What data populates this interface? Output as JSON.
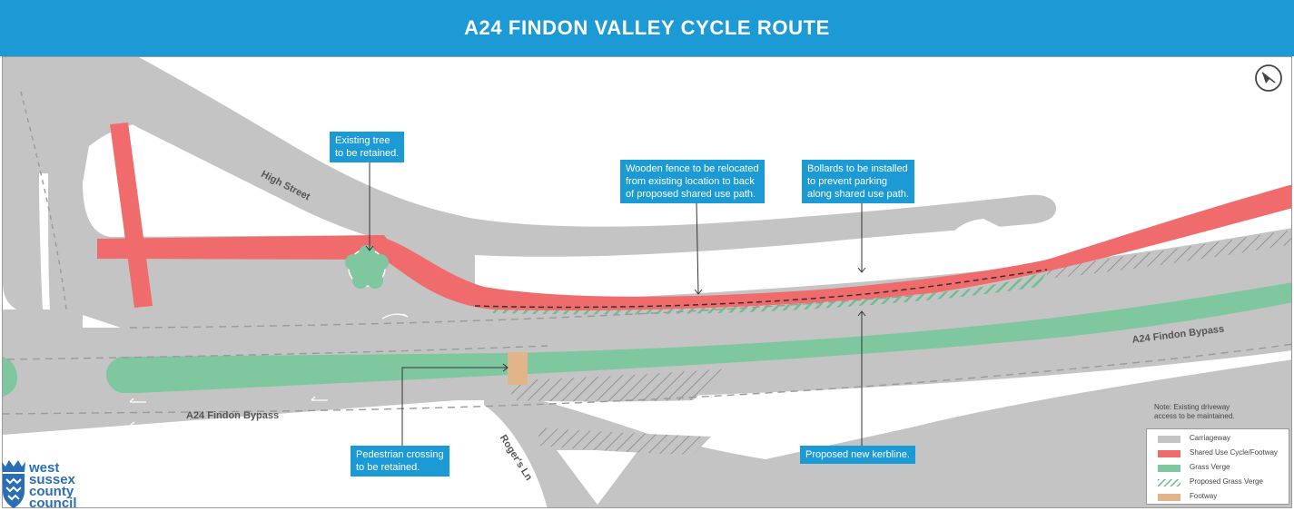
{
  "title": "A24 FINDON VALLEY CYCLE ROUTE",
  "colors": {
    "header": "#1c9ad6",
    "carriageway": "#c4c4c4",
    "shared_use_cycle_footway": "#f06b6b",
    "grass_verge": "#7fc79f",
    "proposed_grass_verge": "#6fbf8e",
    "footway": "#e2b48a",
    "callout": "#1c9ad6"
  },
  "road_labels": {
    "high_street": "High Street",
    "a24_north": "A24 Findon Bypass",
    "a24_south": "A24 Findon Bypass",
    "rogers_ln": "Roger's Ln"
  },
  "callouts": {
    "tree": [
      "Existing tree",
      "to be retained."
    ],
    "fence": [
      "Wooden fence to be relocated",
      "from existing location to back",
      "of proposed shared use path."
    ],
    "bollards": [
      "Bollards to be installed",
      "to prevent parking",
      "along shared use path."
    ],
    "crossing": [
      "Pedestrian crossing",
      "to be retained."
    ],
    "kerbline": [
      "Proposed new kerbline."
    ]
  },
  "note": [
    "Note: Existing driveway",
    "access to be maintained."
  ],
  "legend": [
    {
      "label": "Carriageway",
      "color": "#c4c4c4",
      "pattern": "solid"
    },
    {
      "label": "Shared Use Cycle/Footway",
      "color": "#f06b6b",
      "pattern": "solid"
    },
    {
      "label": "Grass Verge",
      "color": "#7fc79f",
      "pattern": "solid"
    },
    {
      "label": "Proposed Grass Verge",
      "color": "#6fbf8e",
      "pattern": "hatched"
    },
    {
      "label": "Footway",
      "color": "#e2b48a",
      "pattern": "solid"
    }
  ],
  "logo": [
    "west",
    "sussex",
    "county",
    "council"
  ],
  "icons": {
    "north_arrow": "north-arrow-icon",
    "tree": "tree-icon",
    "logo_crest": "crown-shield-icon"
  }
}
